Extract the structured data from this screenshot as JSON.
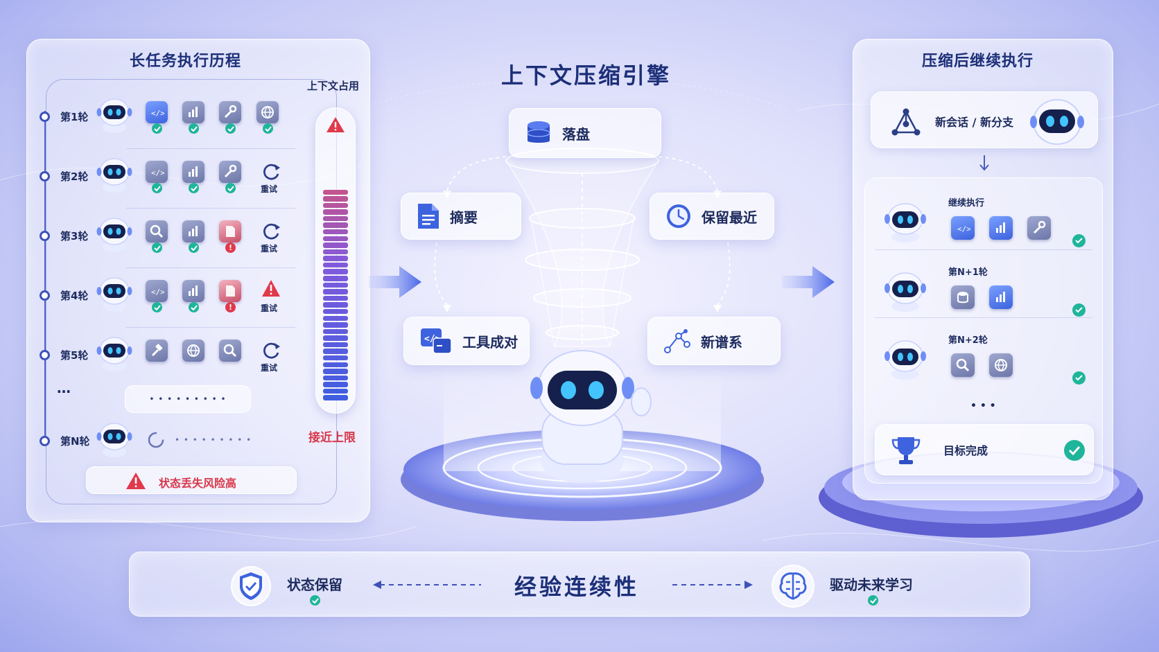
{
  "left_panel": {
    "title": "长任务执行历程",
    "context_label": "上下文占用",
    "limit_label": "接近上限",
    "rounds": [
      {
        "label": "第1轮",
        "status": ""
      },
      {
        "label": "第2轮",
        "status": "重试"
      },
      {
        "label": "第3轮",
        "status": "重试"
      },
      {
        "label": "第4轮",
        "status": "重试"
      },
      {
        "label": "第5轮",
        "status": "重试"
      },
      {
        "label": "第N轮",
        "status": ""
      }
    ],
    "ellipsis": "…",
    "dots": "• • • • • • • • •",
    "risk_warning": "状态丢失风险高",
    "meter_fill": 0.85
  },
  "center": {
    "title": "上下文压缩引擎",
    "nodes": {
      "persist": "落盘",
      "summary": "摘要",
      "keep_recent": "保留最近",
      "tool_pairs": "工具成对",
      "new_lineage": "新谱系"
    }
  },
  "right_panel": {
    "title": "压缩后继续执行",
    "new_session": "新会话 / 新分支",
    "rows": [
      {
        "label": "继续执行"
      },
      {
        "label": "第N+1轮"
      },
      {
        "label": "第N+2轮"
      }
    ],
    "ellipsis": "• • •",
    "goal": "目标完成"
  },
  "bottom": {
    "state_keep": "状态保留",
    "center_title": "经验连续性",
    "future": "驱动未来学习"
  },
  "colors": {
    "accent": "#3d63de",
    "warning": "#e0394b",
    "success": "#1fb59a"
  }
}
